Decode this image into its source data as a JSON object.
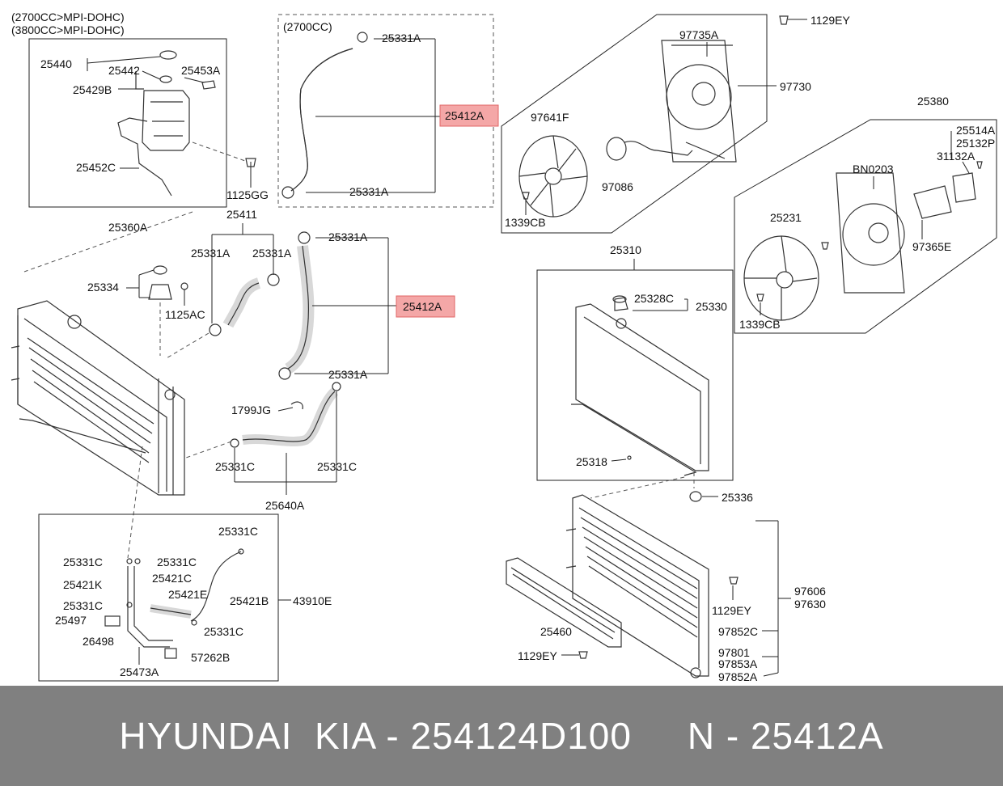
{
  "engine_notes": [
    "(2700CC>MPI-DOHC)",
    "(3800CC>MPI-DOHC)"
  ],
  "variant_note": "(2700CC)",
  "highlighted_part": "25412A",
  "labels": {
    "l25440": "25440",
    "l25442": "25442",
    "l25453A": "25453A",
    "l25429B": "25429B",
    "l25452C": "25452C",
    "l1125GG": "1125GG",
    "l25360A": "25360A",
    "l25331A_a": "25331A",
    "l25412A_a": "25412A",
    "l25331A_b": "25331A",
    "l25411": "25411",
    "l25331A_c": "25331A",
    "l25331A_d": "25331A",
    "l25331A_e": "25331A",
    "l25334": "25334",
    "l1125AC": "1125AC",
    "l25412A_b": "25412A",
    "l25331A_f": "25331A",
    "l1799JG": "1799JG",
    "l25331C_a": "25331C",
    "l25331C_b": "25331C",
    "l25640A": "25640A",
    "l1129EY_a": "1129EY",
    "l97735A": "97735A",
    "l97730": "97730",
    "l97641F": "97641F",
    "l97086": "97086",
    "l1339CB_a": "1339CB",
    "l25380": "25380",
    "l25514A": "25514A",
    "l25132P": "25132P",
    "l31132A": "31132A",
    "lBN0203": "BN0203",
    "l25231": "25231",
    "l97365E": "97365E",
    "l1339CB_b": "1339CB",
    "l25310": "25310",
    "l25328C": "25328C",
    "l25330": "25330",
    "l25318": "25318",
    "l25336": "25336",
    "l25331C_c": "25331C",
    "l25331C_d": "25331C",
    "l25331C_e": "25331C",
    "l25421K": "25421K",
    "l25421C": "25421C",
    "l25421E": "25421E",
    "l25421B": "25421B",
    "l43910E": "43910E",
    "l25331C_f": "25331C",
    "l25497": "25497",
    "l25331C_g": "25331C",
    "l26498": "26498",
    "l57262B": "57262B",
    "l25473A": "25473A",
    "l97606": "97606",
    "l97630": "97630",
    "l1129EY_b": "1129EY",
    "l25460": "25460",
    "l97852C": "97852C",
    "l1129EY_c": "1129EY",
    "l97801": "97801",
    "l97853A": "97853A",
    "l97852A": "97852A"
  },
  "footer": {
    "brand": "HYUNDAI  KIA - 254124D100",
    "reference": "N - 25412A"
  },
  "colors": {
    "highlight_fill": "#f4a7a7",
    "footer_bg": "#808080",
    "footer_text": "#ffffff"
  }
}
